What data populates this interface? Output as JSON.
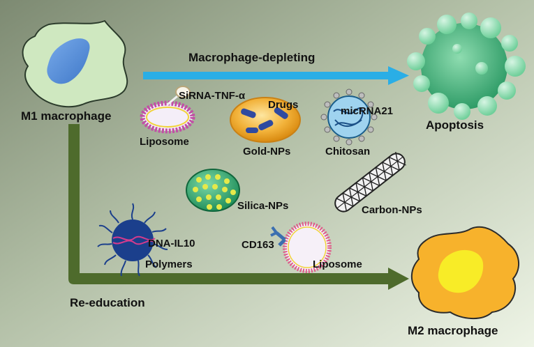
{
  "labels": {
    "m1": "M1 macrophage",
    "m2": "M2 macrophage",
    "apoptosis": "Apoptosis",
    "depleting": "Macrophage-depleting",
    "reeducation": "Re-education",
    "sirna": "SiRNA-TNF-α",
    "liposome_top": "Liposome",
    "drugs": "Drugs",
    "gold": "Gold-NPs",
    "micrna": "micRNA21",
    "chitosan": "Chitosan",
    "silica": "Silica-NPs",
    "carbon": "Carbon-NPs",
    "dna": "DNA-IL10",
    "polymers": "Polymers",
    "cd163": "CD163",
    "liposome_bottom": "Liposome"
  },
  "colors": {
    "depleting_arrow": "#2aaee6",
    "reeducation_arrow": "#4e6b2c",
    "m1_cell": "#cfe8c0",
    "m1_nucleus": "#5a8fd6",
    "apoptosis_cell": "#5ec48e",
    "m2_cell": "#f7b22c",
    "m2_nucleus": "#f8ec27"
  }
}
